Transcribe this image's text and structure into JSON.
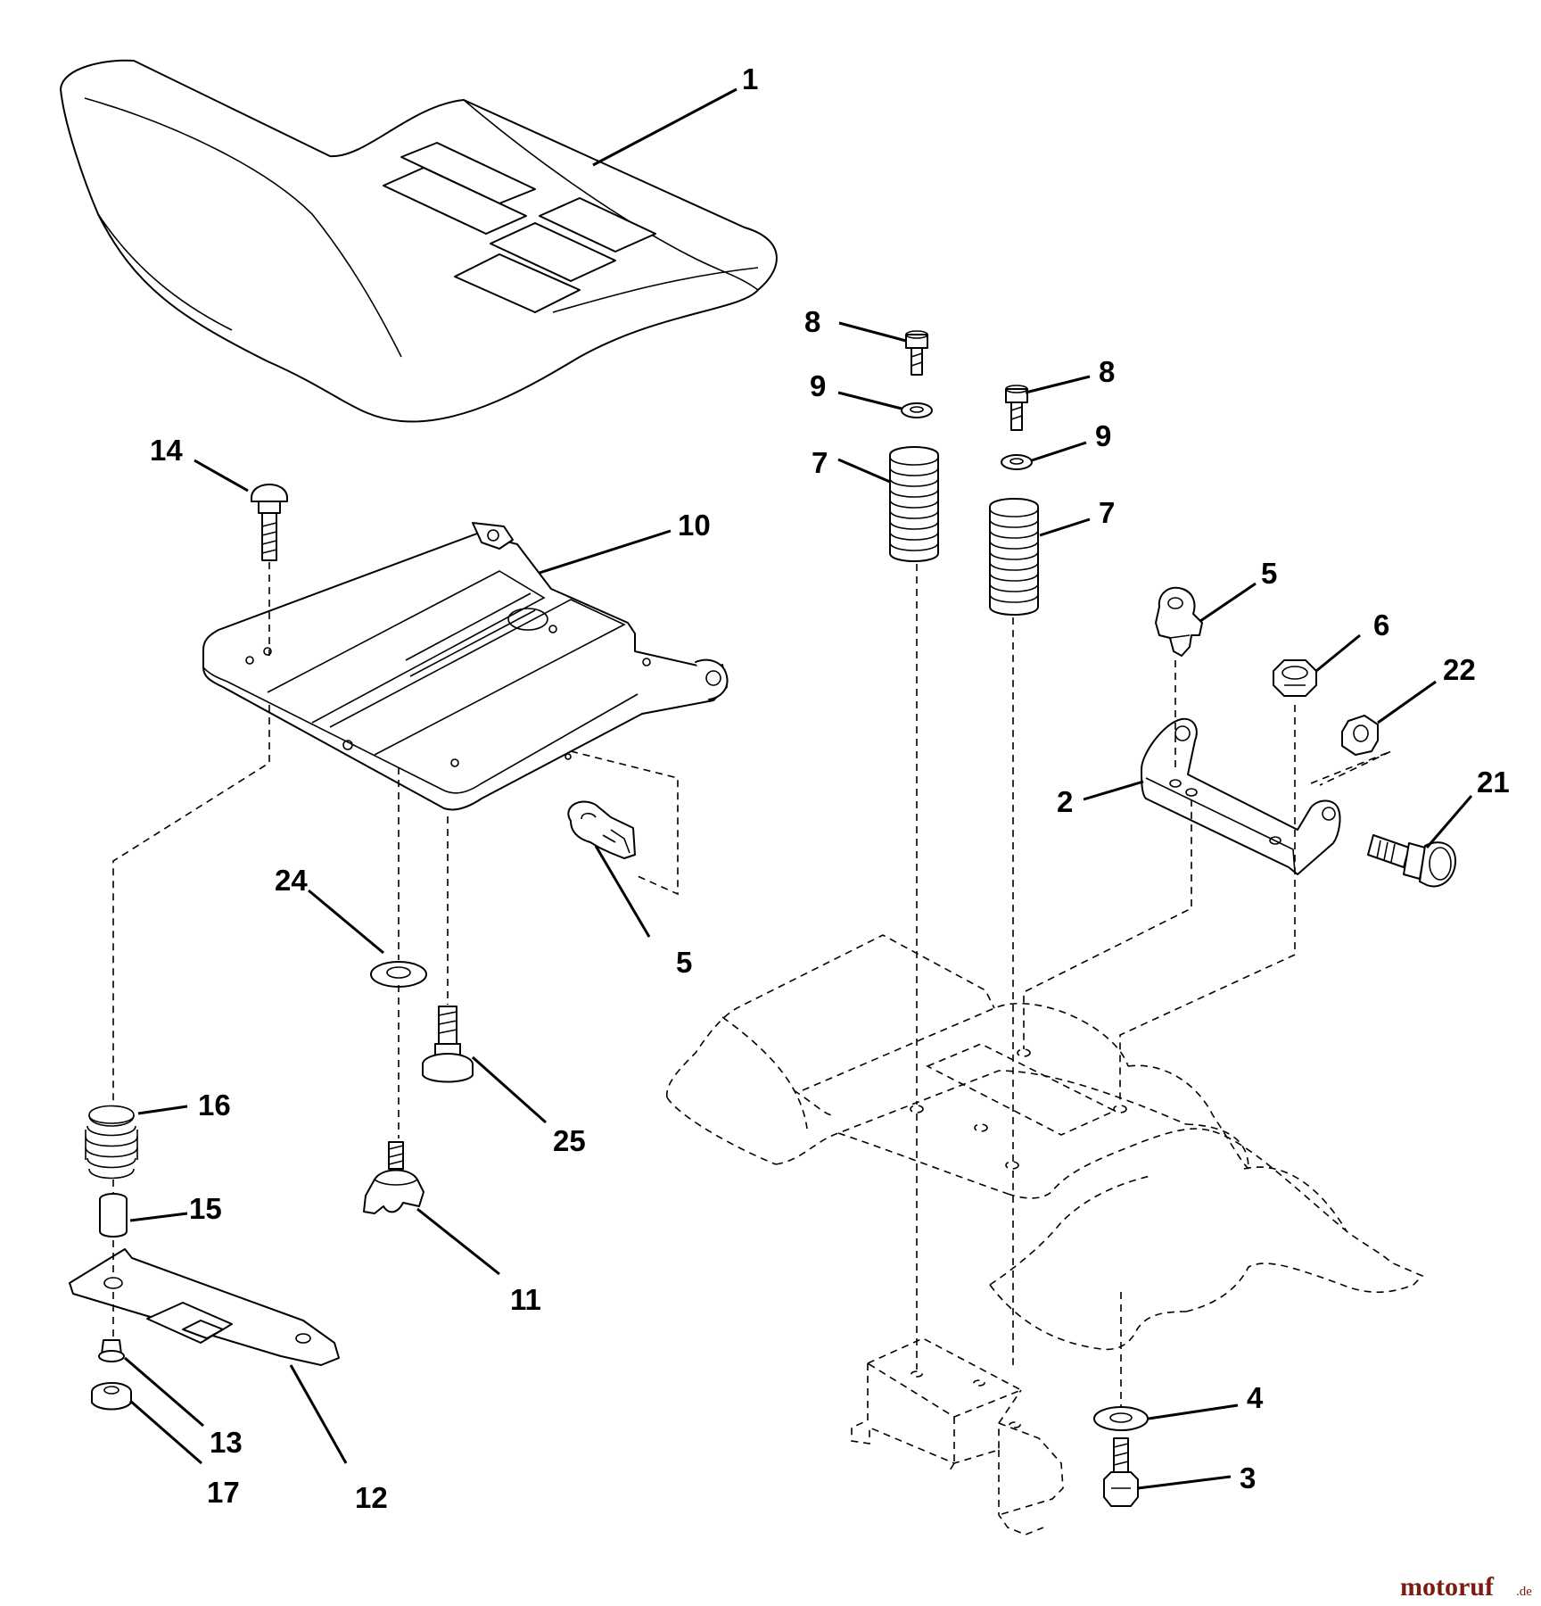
{
  "callouts": [
    {
      "id": "c1",
      "label": "1"
    },
    {
      "id": "c2",
      "label": "2"
    },
    {
      "id": "c3",
      "label": "3"
    },
    {
      "id": "c4",
      "label": "4"
    },
    {
      "id": "c5a",
      "label": "5"
    },
    {
      "id": "c5b",
      "label": "5"
    },
    {
      "id": "c6",
      "label": "6"
    },
    {
      "id": "c7a",
      "label": "7"
    },
    {
      "id": "c7b",
      "label": "7"
    },
    {
      "id": "c8a",
      "label": "8"
    },
    {
      "id": "c8b",
      "label": "8"
    },
    {
      "id": "c9a",
      "label": "9"
    },
    {
      "id": "c9b",
      "label": "9"
    },
    {
      "id": "c10",
      "label": "10"
    },
    {
      "id": "c11",
      "label": "11"
    },
    {
      "id": "c12",
      "label": "12"
    },
    {
      "id": "c13",
      "label": "13"
    },
    {
      "id": "c14",
      "label": "14"
    },
    {
      "id": "c15",
      "label": "15"
    },
    {
      "id": "c16",
      "label": "16"
    },
    {
      "id": "c17",
      "label": "17"
    },
    {
      "id": "c21",
      "label": "21"
    },
    {
      "id": "c22",
      "label": "22"
    },
    {
      "id": "c24",
      "label": "24"
    },
    {
      "id": "c25",
      "label": "25"
    }
  ],
  "watermark": {
    "brand": "motoruf",
    "tld": ".de"
  },
  "colors": {
    "ink": "#000000",
    "background": "#ffffff",
    "watermark": "#7a1c12"
  }
}
